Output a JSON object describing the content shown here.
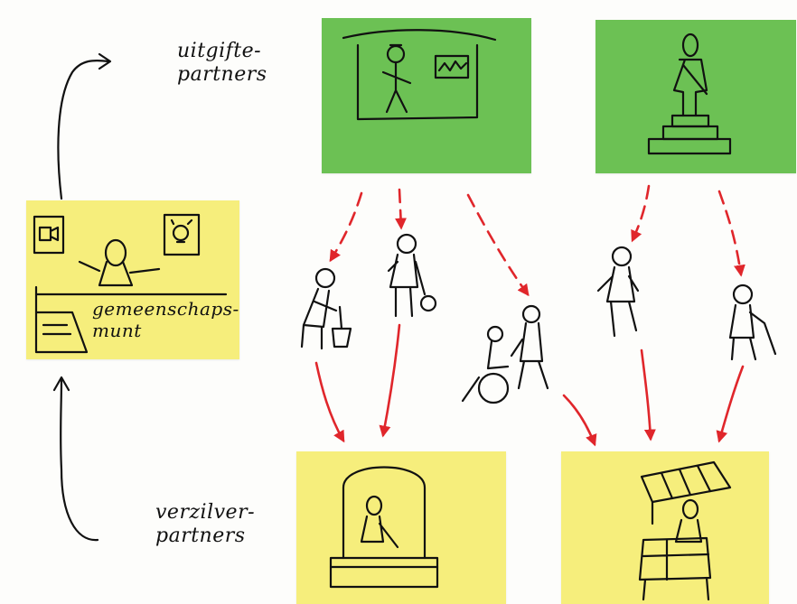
{
  "labels": {
    "issuing_partners": "uitgifte-\npartners",
    "redeeming_partners": "verzilver-\npartners",
    "community_currency": "gemeenschaps-\nmunt"
  },
  "colors": {
    "green_note": "#6cc154",
    "yellow_note": "#f6ee7c",
    "red_arrow": "#e0262b",
    "ink": "#111111"
  },
  "icons": {
    "doctor_note": "doctor-with-chart-sketch",
    "statue_note": "statue-on-pedestal-sketch",
    "currency_note": "person-at-desk-with-laptop-sketch",
    "shop_note": "person-in-kiosk-sketch",
    "market_note": "market-stall-with-awning-sketch",
    "people": [
      "person-with-shovel",
      "person-with-basket",
      "person-pushing-wheelchair",
      "walking-person",
      "person-with-cane"
    ]
  }
}
